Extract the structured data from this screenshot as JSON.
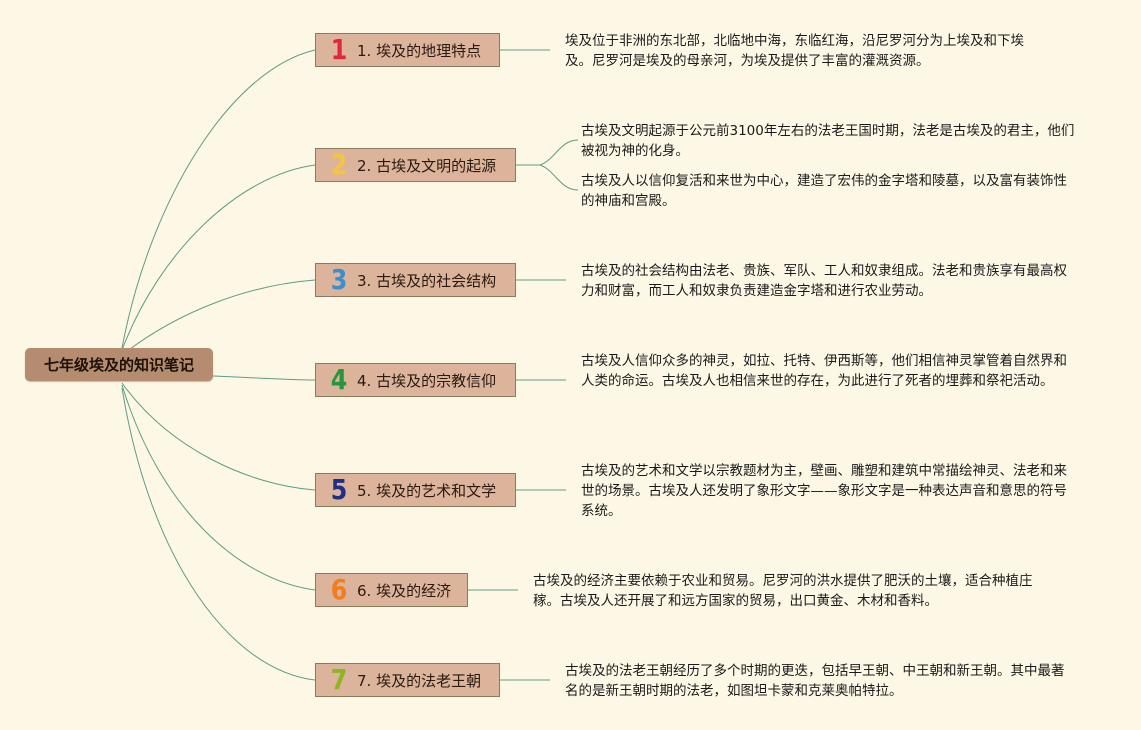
{
  "root": {
    "label": "七年级埃及的知识笔记"
  },
  "topics": [
    {
      "number": "1",
      "color": "#e0283c",
      "label": "1. 埃及的地理特点",
      "notes": [
        "埃及位于非洲的东北部，北临地中海，东临红海，沿尼罗河分为上埃及和下埃及。尼罗河是埃及的母亲河，为埃及提供了丰富的灌溉资源。"
      ]
    },
    {
      "number": "2",
      "color": "#f4c542",
      "label": "2. 古埃及文明的起源",
      "notes": [
        "古埃及文明起源于公元前3100年左右的法老王国时期，法老是古埃及的君主，他们被视为神的化身。",
        "古埃及人以信仰复活和来世为中心，建造了宏伟的金字塔和陵墓，以及富有装饰性的神庙和宫殿。"
      ]
    },
    {
      "number": "3",
      "color": "#3a8fd0",
      "label": "3. 古埃及的社会结构",
      "notes": [
        "古埃及的社会结构由法老、贵族、军队、工人和奴隶组成。法老和贵族享有最高权力和财富，而工人和奴隶负责建造金字塔和进行农业劳动。"
      ]
    },
    {
      "number": "4",
      "color": "#27953e",
      "label": "4. 古埃及的宗教信仰",
      "notes": [
        "古埃及人信仰众多的神灵，如拉、托特、伊西斯等，他们相信神灵掌管着自然界和人类的命运。古埃及人也相信来世的存在，为此进行了死者的埋葬和祭祀活动。"
      ]
    },
    {
      "number": "5",
      "color": "#1f2f82",
      "label": "5. 埃及的艺术和文学",
      "notes": [
        "古埃及的艺术和文学以宗教题材为主，壁画、雕塑和建筑中常描绘神灵、法老和来世的场景。古埃及人还发明了象形文字——象形文字是一种表达声音和意思的符号系统。"
      ]
    },
    {
      "number": "6",
      "color": "#f07d1e",
      "label": "6. 埃及的经济",
      "notes": [
        "古埃及的经济主要依赖于农业和贸易。尼罗河的洪水提供了肥沃的土壤，适合种植庄稼。古埃及人还开展了和远方国家的贸易，出口黄金、木材和香料。"
      ]
    },
    {
      "number": "7",
      "color": "#8db421",
      "label": "7. 埃及的法老王朝",
      "notes": [
        "古埃及的法老王朝经历了多个时期的更迭，包括早王朝、中王朝和新王朝。其中最著名的是新王朝时期的法老，如图坦卡蒙和克莱奥帕特拉。"
      ]
    }
  ]
}
